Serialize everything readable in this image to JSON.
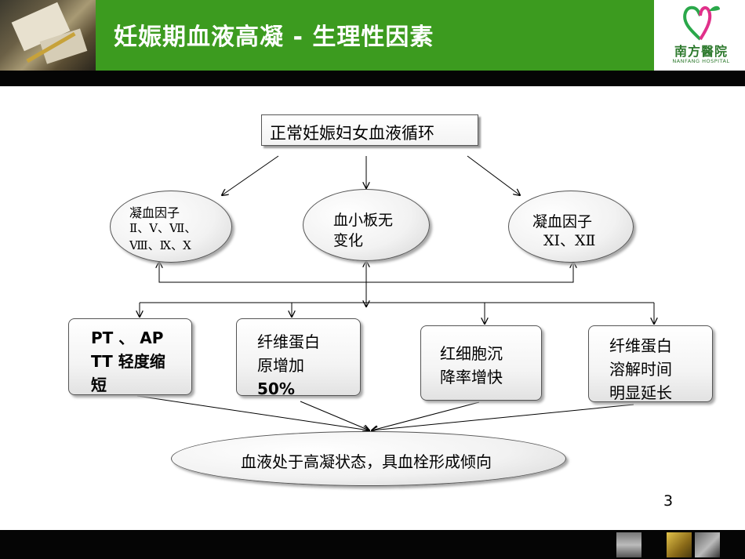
{
  "header": {
    "title": "妊娠期血液高凝 - 生理性因素",
    "logo_text": "南方醫院",
    "logo_subtext": "NANFANG HOSPITAL",
    "green_color": "#3c9b1f"
  },
  "diagram": {
    "top_box": "正常妊娠妇女血液循环",
    "left_ellipse": {
      "line1": "凝血因子",
      "line2": "Ⅱ、Ⅴ、Ⅶ、",
      "line3": "Ⅷ、Ⅸ、Ⅹ"
    },
    "center_ellipse": {
      "line1": "血小板无",
      "line2": "变化"
    },
    "right_ellipse": {
      "line1": "凝血因子",
      "line2": "ⅩⅠ、ⅩⅡ"
    },
    "boxes": [
      {
        "line1": "PT 、 AP",
        "line2": "TT 轻度缩",
        "line3": "短"
      },
      {
        "line1": "纤维蛋白",
        "line2": "原增加",
        "line3": "50%"
      },
      {
        "line1": "红细胞沉",
        "line2": "降率增快"
      },
      {
        "line1": "纤维蛋白",
        "line2": "溶解时间",
        "line3": "明显延长"
      }
    ],
    "bottom_ellipse": "血液处于高凝状态，具血栓形成倾向"
  },
  "page_number": "3"
}
